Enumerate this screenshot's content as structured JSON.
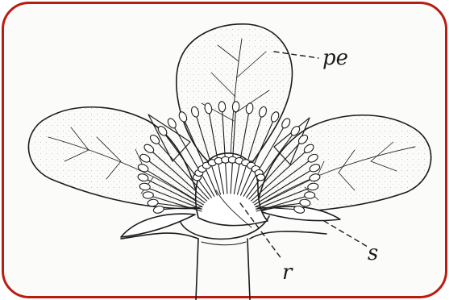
{
  "diagram": {
    "labels": {
      "petal": "pe",
      "receptacle": "r",
      "sepal": "s"
    },
    "colors": {
      "frame": "#b81d12",
      "ink": "#1c1c1c",
      "background": "#fbfbfa"
    }
  }
}
